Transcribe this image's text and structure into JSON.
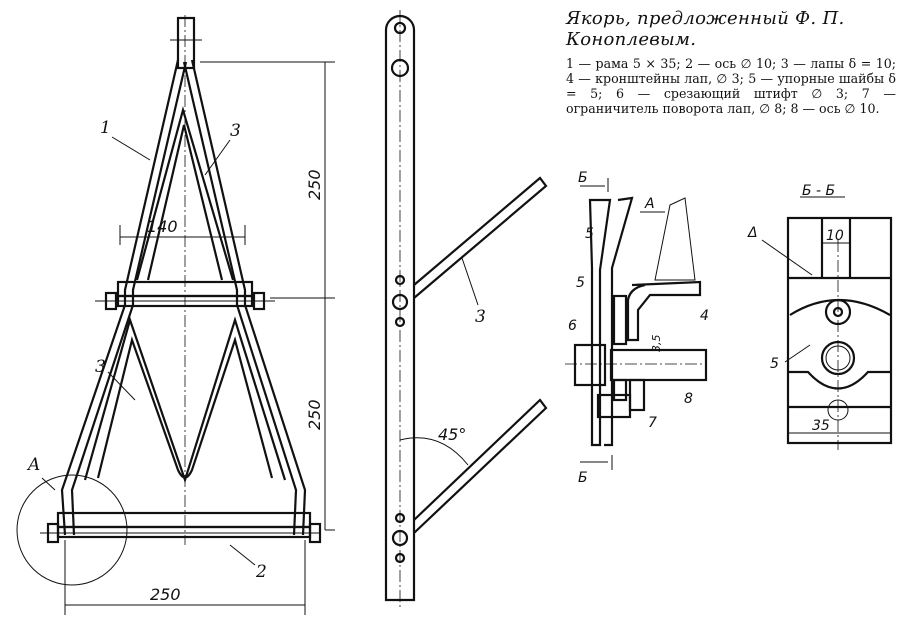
{
  "caption": {
    "title": "Якорь, предложенный Ф. П. Коноплевым.",
    "legend": "1 — рама 5 × 35; 2 — ось ∅ 10; 3 — лапы δ = 10; 4 — кронштейны лап, ∅ 3; 5 — упорные шайбы δ = 5; 6 — срезающий штифт ∅ 3; 7 — ограничитель поворота лап, ∅ 8; 8 — ось ∅ 10."
  },
  "front_view": {
    "labels": {
      "frame": "1",
      "fluke_top": "3",
      "fluke_bottom": "3",
      "axle": "2",
      "detail": "A"
    },
    "dims": {
      "height_top": "250",
      "height_bottom": "250",
      "width_mid": "140",
      "width_base": "250"
    }
  },
  "side_view": {
    "labels": {
      "fluke": "3"
    },
    "angle": "45°"
  },
  "detail_a": {
    "title": "А",
    "section_mark_top": "Б",
    "section_mark_bottom": "Б",
    "labels": {
      "thickness": "5",
      "washer": "5",
      "pin": "6",
      "bracket": "4",
      "stop": "7",
      "axle": "8",
      "gap": "3,5"
    }
  },
  "section_bb": {
    "title": "Б - Б",
    "weld_symbol": "Δ",
    "labels": {
      "washer": "5"
    },
    "dims": {
      "width": "10",
      "base": "35"
    }
  }
}
